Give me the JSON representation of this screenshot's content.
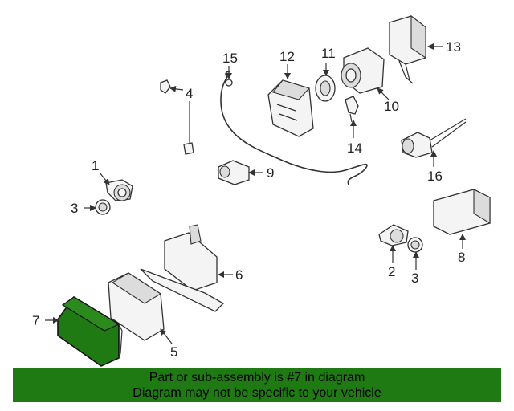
{
  "diagram": {
    "callouts": {
      "c1": "1",
      "c2": "2",
      "c3a": "3",
      "c3b": "3",
      "c4": "4",
      "c5": "5",
      "c6": "6",
      "c7": "7",
      "c8": "8",
      "c9": "9",
      "c10": "10",
      "c11": "11",
      "c12": "12",
      "c13": "13",
      "c14": "14",
      "c15": "15",
      "c16": "16"
    },
    "highlight_part": "7",
    "colors": {
      "highlight": "#1f7a14",
      "banner": "#1f7a14",
      "line": "#333333"
    }
  },
  "banner": {
    "line1": "Part or sub-assembly is #7 in diagram",
    "line2": "Diagram may not be specific to your vehicle"
  }
}
